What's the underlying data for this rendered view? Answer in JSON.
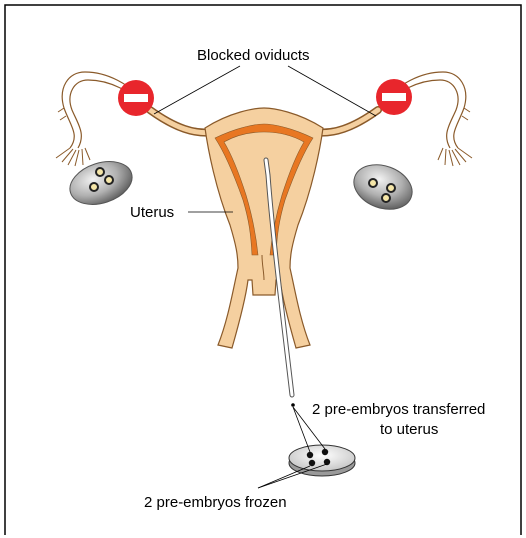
{
  "labels": {
    "blocked_oviducts": "Blocked oviducts",
    "uterus": "Uterus",
    "transferred_line1": "2 pre-embryos transferred",
    "transferred_line2": "to uterus",
    "frozen": "2 pre-embryos frozen"
  },
  "icons": {
    "left_block": "no-entry-icon",
    "right_block": "no-entry-icon"
  },
  "colors": {
    "uterus_fill": "#f5d0a0",
    "lining": "#e87722",
    "outline": "#8a5a2a",
    "ovary": "#8c8c8c",
    "block_sign": "#e8262c",
    "frame": "#000000"
  }
}
